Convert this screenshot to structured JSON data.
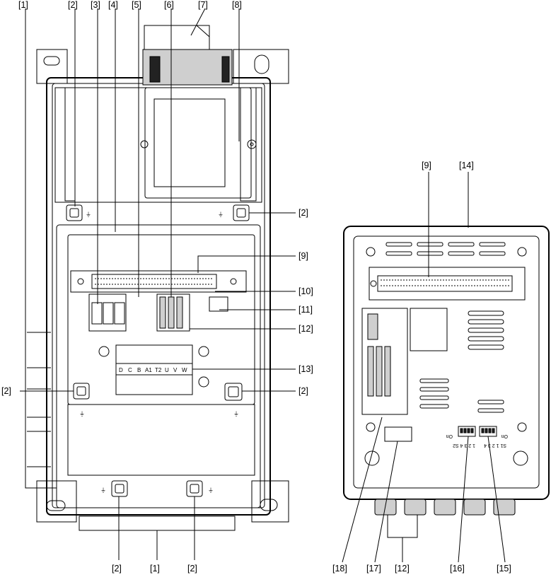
{
  "callouts": {
    "c1": "[1]",
    "c2": "[2]",
    "c3": "[3]",
    "c4": "[4]",
    "c5": "[5]",
    "c6": "[6]",
    "c7": "[7]",
    "c8": "[8]",
    "c9": "[9]",
    "c10": "[10]",
    "c11": "[11]",
    "c12": "[12]",
    "c13": "[13]",
    "c14": "[14]",
    "c15": "[15]",
    "c16": "[16]",
    "c17": "[17]",
    "c18": "[18]"
  },
  "terminals": [
    "D",
    "C",
    "B",
    "A1",
    "T2",
    "U",
    "V",
    "W"
  ],
  "dip_switches": {
    "on_left": "On",
    "on_right": "On",
    "s2_label": "1 2 3 4 S2",
    "s1_label": "S1 1 2 3 4"
  }
}
